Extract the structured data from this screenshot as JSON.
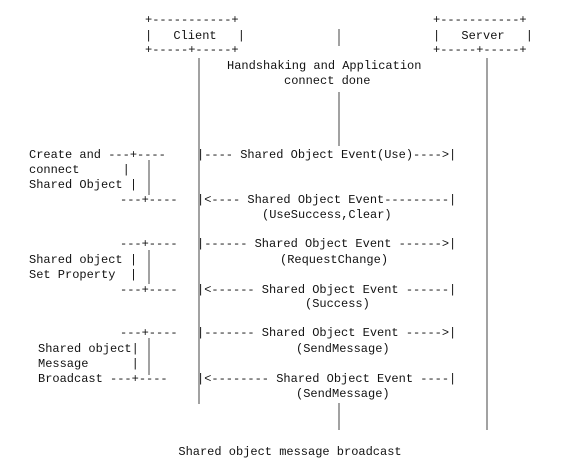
{
  "client_box": {
    "top_border": "+-----------+",
    "label_line": "| Client |",
    "bottom_border": "+-----+-----+"
  },
  "server_box": {
    "top_border": "+-----------+",
    "label_line": "| Server |",
    "bottom_border": "+-----+-----+"
  },
  "handshake_note": [
    "Handshaking and Application",
    "connect done"
  ],
  "left_notes": {
    "create": {
      "lines": [
        "Create and ---+----",
        "connect      |",
        "Shared Object |"
      ],
      "close": "---+----"
    },
    "set_property": {
      "open": "---+----",
      "lines": [
        "Shared object |",
        "Set Property  |"
      ],
      "close": "---+----"
    },
    "broadcast": {
      "open": "---+----",
      "lines": [
        "Shared object|",
        "Message      |",
        "Broadcast ---+----"
      ]
    }
  },
  "messages": [
    {
      "direction": "to-server",
      "text": "|---- Shared Object Event(Use)---->|",
      "param": ""
    },
    {
      "direction": "to-client",
      "text": "|<---- Shared Object Event---------|",
      "param": "(UseSuccess,Clear)"
    },
    {
      "direction": "to-server",
      "text": "|------ Shared Object Event ------>|",
      "param": "(RequestChange)"
    },
    {
      "direction": "to-client",
      "text": "|<------ Shared Object Event ------|",
      "param": "(Success)"
    },
    {
      "direction": "to-server",
      "text": "|------- Shared Object Event ----->|",
      "param": "(SendMessage)"
    },
    {
      "direction": "to-client",
      "text": "|<-------- Shared Object Event ----|",
      "param": "(SendMessage)"
    }
  ],
  "caption": "Shared object message broadcast"
}
